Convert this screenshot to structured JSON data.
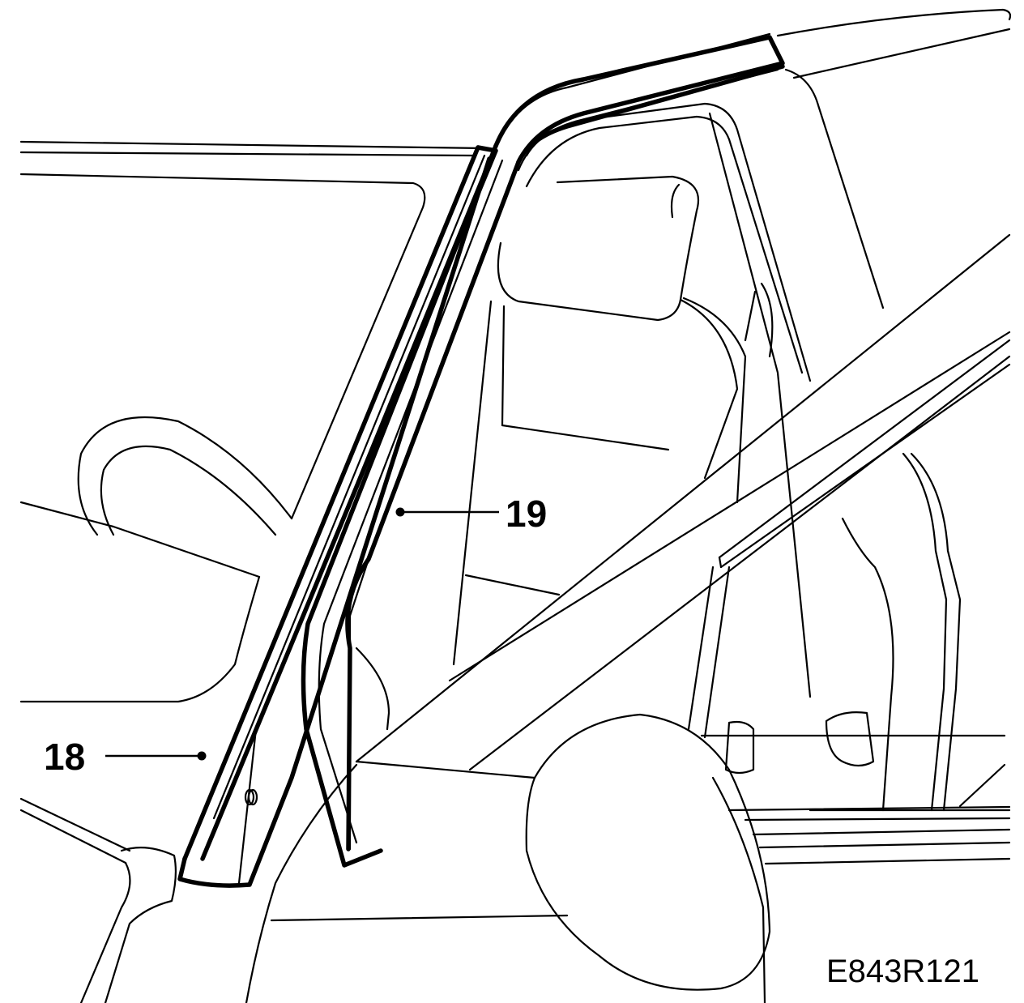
{
  "callouts": {
    "item_18": "18",
    "item_19": "19"
  },
  "figure_code": "E843R121"
}
